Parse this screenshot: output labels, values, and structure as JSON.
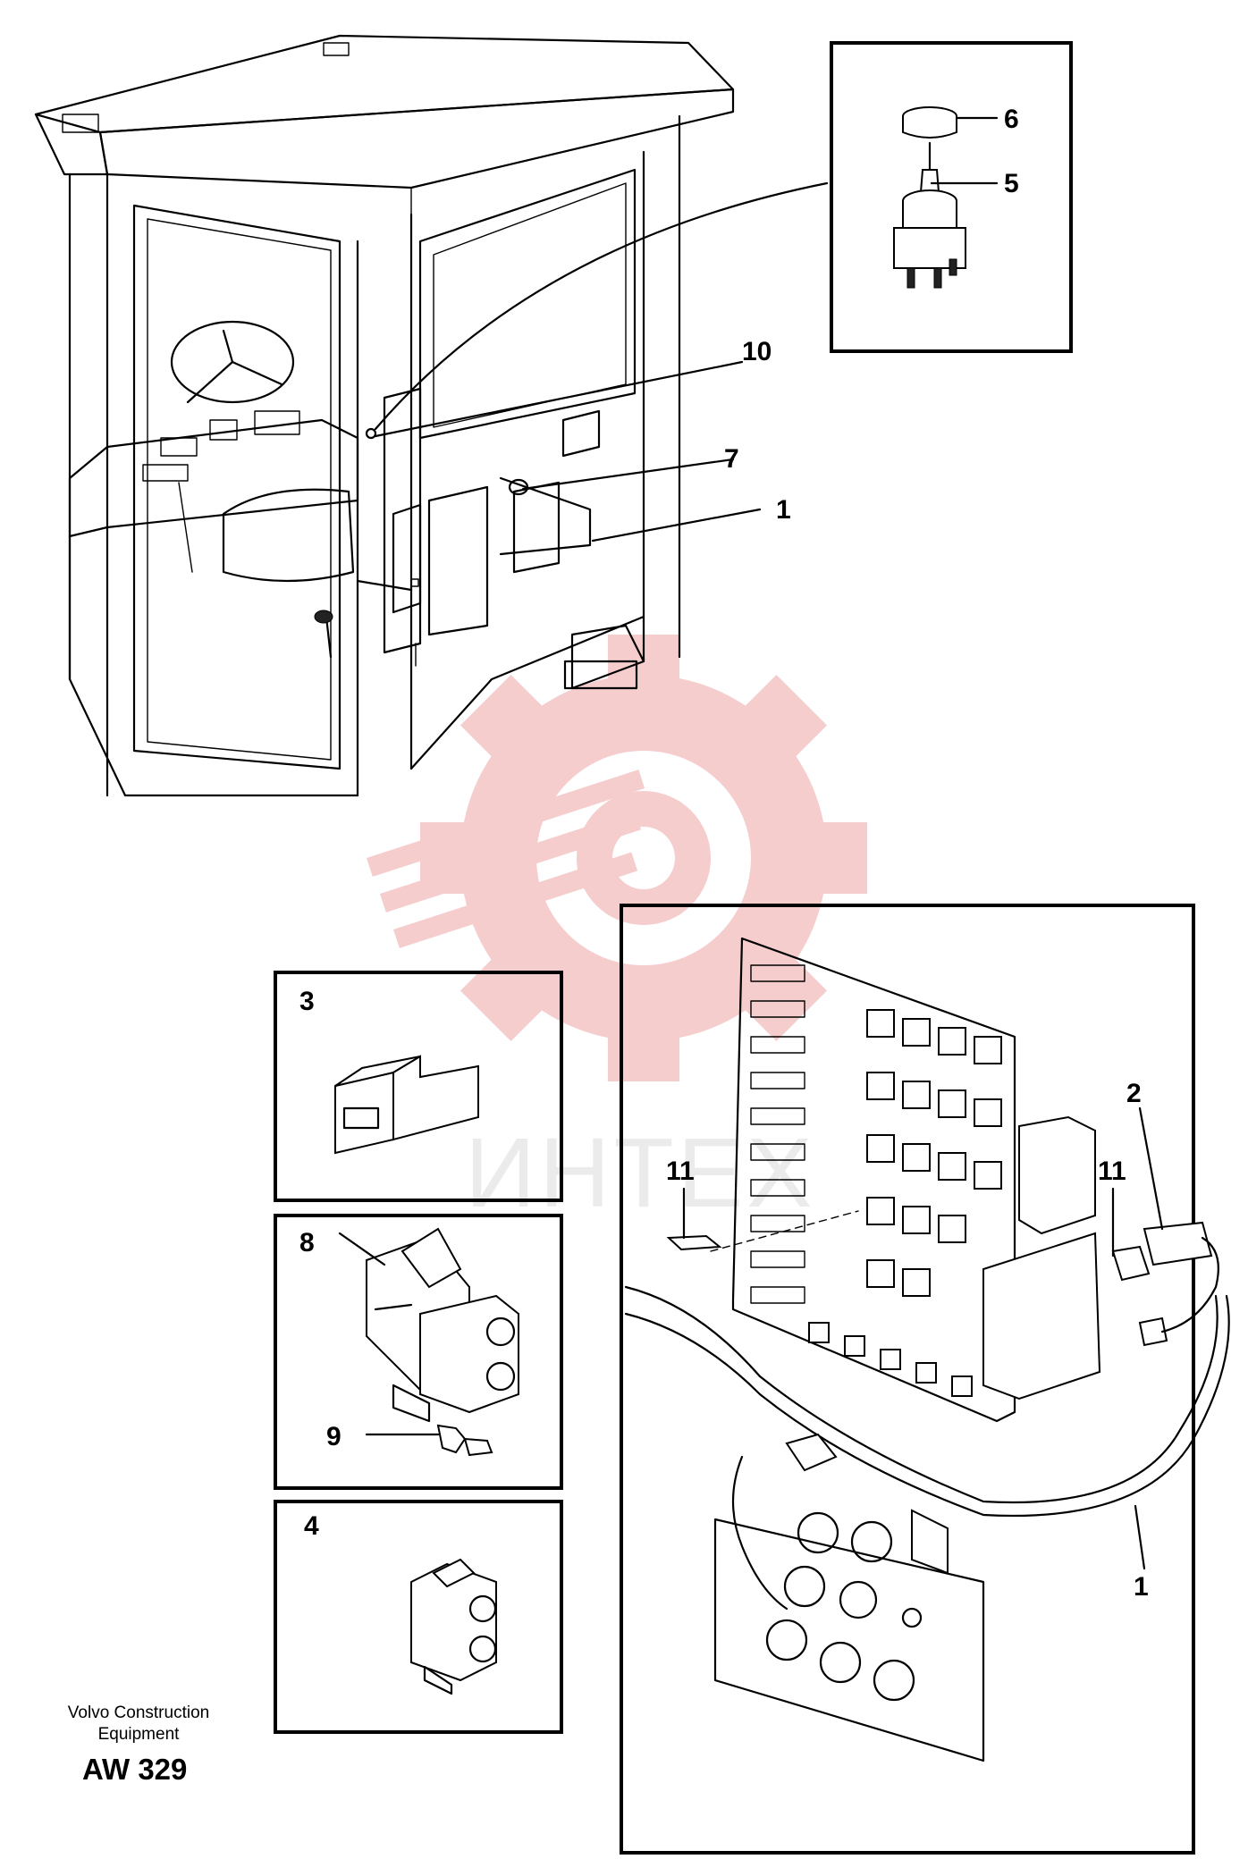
{
  "watermark": {
    "text": "ИНТЕХ",
    "color": "#f2b8b8"
  },
  "callouts": {
    "c1_top": "1",
    "c10": "10",
    "c7": "7",
    "c6": "6",
    "c5": "5",
    "c3": "3",
    "c8": "8",
    "c9": "9",
    "c4": "4",
    "c11_left": "11",
    "c11_right": "11",
    "c2": "2",
    "c1_bottom": "1"
  },
  "footer": {
    "company_line1": "Volvo Construction",
    "company_line2": "Equipment",
    "code": "AW 329"
  }
}
